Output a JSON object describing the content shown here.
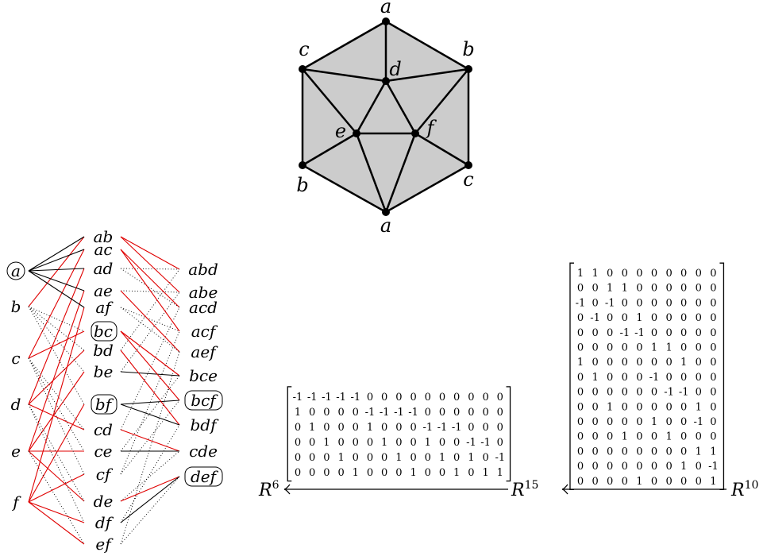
{
  "colors": {
    "face_fill": "#cccccc",
    "edge": "#000000",
    "highlight": "#e00000",
    "muted": "#999999"
  },
  "polyhedron": {
    "vertices": [
      "a",
      "b",
      "c",
      "d",
      "e",
      "f",
      "b",
      "c",
      "a"
    ]
  },
  "complex": {
    "vertices": [
      "@",
      "b",
      "c",
      "d",
      "e",
      "f"
    ],
    "edges": [
      "ab",
      "ac",
      "ad",
      "ae",
      "af",
      "bc",
      "bd",
      "be",
      "bf",
      "cd",
      "ce",
      "cf",
      "de",
      "df",
      "ef"
    ],
    "triangles": [
      "abd",
      "abe",
      "acd",
      "acf",
      "aef",
      "bce",
      "bcf",
      "bdf",
      "cde",
      "def"
    ],
    "circled_edges": [
      "bc",
      "bf"
    ],
    "circled_triangles": [
      "bcf",
      "def"
    ]
  },
  "matrices": {
    "labels": {
      "r6": "R",
      "r6_sup": "6",
      "r15": "R",
      "r15_sup": "15",
      "r10": "R",
      "r10_sup": "10"
    },
    "m15": {
      "rows": [
        [
          "-1",
          "-1",
          "-1",
          "-1",
          "-1",
          "0",
          "0",
          "0",
          "0",
          "0",
          "0",
          "0",
          "0",
          "0",
          "0"
        ],
        [
          "1",
          "0",
          "0",
          "0",
          "0",
          "-1",
          "-1",
          "-1",
          "-1",
          "0",
          "0",
          "0",
          "0",
          "0",
          "0"
        ],
        [
          "0",
          "1",
          "0",
          "0",
          "0",
          "1",
          "0",
          "0",
          "0",
          "-1",
          "-1",
          "-1",
          "0",
          "0",
          "0"
        ],
        [
          "0",
          "0",
          "1",
          "0",
          "0",
          "0",
          "1",
          "0",
          "0",
          "1",
          "0",
          "0",
          "-1",
          "-1",
          "0"
        ],
        [
          "0",
          "0",
          "0",
          "1",
          "0",
          "0",
          "0",
          "1",
          "0",
          "0",
          "1",
          "0",
          "1",
          "0",
          "-1"
        ],
        [
          "0",
          "0",
          "0",
          "0",
          "1",
          "0",
          "0",
          "0",
          "1",
          "0",
          "0",
          "1",
          "0",
          "1",
          "1"
        ]
      ]
    },
    "m10": {
      "rows": [
        [
          "1",
          "1",
          "0",
          "0",
          "0",
          "0",
          "0",
          "0",
          "0",
          "0"
        ],
        [
          "0",
          "0",
          "1",
          "1",
          "0",
          "0",
          "0",
          "0",
          "0",
          "0"
        ],
        [
          "-1",
          "0",
          "-1",
          "0",
          "0",
          "0",
          "0",
          "0",
          "0",
          "0"
        ],
        [
          "0",
          "-1",
          "0",
          "0",
          "1",
          "0",
          "0",
          "0",
          "0",
          "0"
        ],
        [
          "0",
          "0",
          "0",
          "-1",
          "-1",
          "0",
          "0",
          "0",
          "0",
          "0"
        ],
        [
          "0",
          "0",
          "0",
          "0",
          "0",
          "1",
          "1",
          "0",
          "0",
          "0"
        ],
        [
          "1",
          "0",
          "0",
          "0",
          "0",
          "0",
          "0",
          "1",
          "0",
          "0"
        ],
        [
          "0",
          "1",
          "0",
          "0",
          "0",
          "-1",
          "0",
          "0",
          "0",
          "0"
        ],
        [
          "0",
          "0",
          "0",
          "0",
          "0",
          "0",
          "-1",
          "-1",
          "0",
          "0"
        ],
        [
          "0",
          "0",
          "1",
          "0",
          "0",
          "0",
          "0",
          "0",
          "1",
          "0"
        ],
        [
          "0",
          "0",
          "0",
          "0",
          "0",
          "1",
          "0",
          "0",
          "-1",
          "0"
        ],
        [
          "0",
          "0",
          "0",
          "1",
          "0",
          "0",
          "1",
          "0",
          "0",
          "0"
        ],
        [
          "0",
          "0",
          "0",
          "0",
          "0",
          "0",
          "0",
          "0",
          "1",
          "1"
        ],
        [
          "0",
          "0",
          "0",
          "0",
          "0",
          "0",
          "0",
          "1",
          "0",
          "-1"
        ],
        [
          "0",
          "0",
          "0",
          "0",
          "1",
          "0",
          "0",
          "0",
          "0",
          "1"
        ]
      ]
    }
  }
}
